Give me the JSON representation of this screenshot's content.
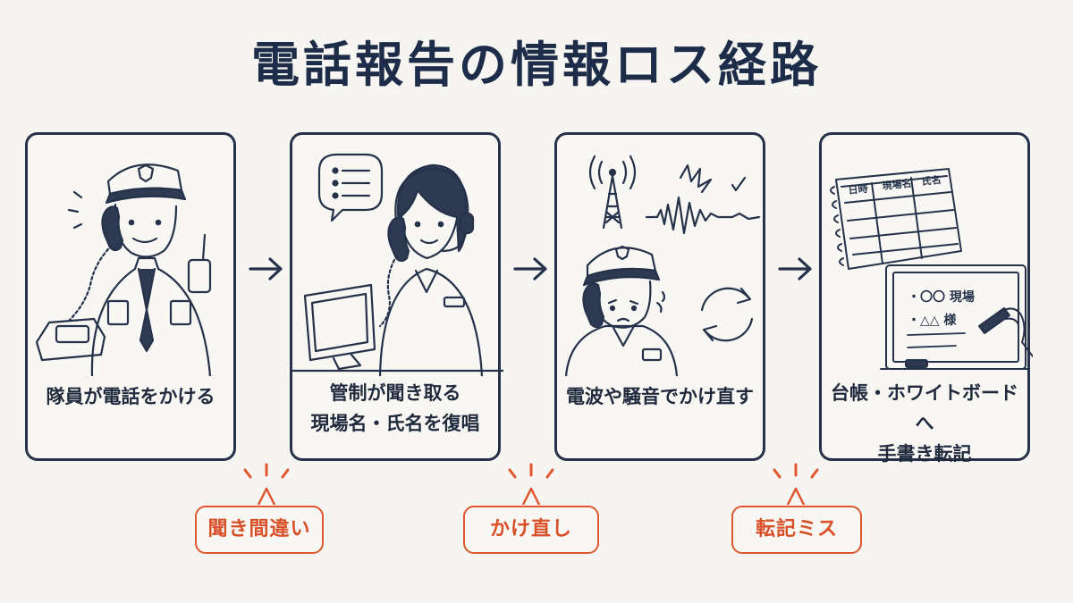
{
  "title": "電話報告の情報ロス経路",
  "steps": [
    {
      "lines": [
        "隊員が電話をかける"
      ]
    },
    {
      "lines": [
        "管制が聞き取る",
        "現場名・氏名を復唱"
      ]
    },
    {
      "lines": [
        "電波や騒音でかけ直す"
      ]
    },
    {
      "lines": [
        "台帳・ホワイトボードへ",
        "手書き転記"
      ]
    }
  ],
  "losses": [
    {
      "label": "聞き間違い"
    },
    {
      "label": "かけ直し"
    },
    {
      "label": "転記ミス"
    }
  ],
  "ledger": {
    "columns": [
      "日時",
      "現場名",
      "氏名"
    ]
  },
  "whiteboard": {
    "lines": [
      "・〇〇 現場",
      "・△△ 様"
    ]
  },
  "colors": {
    "ink": "#25324a",
    "accent": "#e0562e",
    "background": "#f6f5f1"
  }
}
